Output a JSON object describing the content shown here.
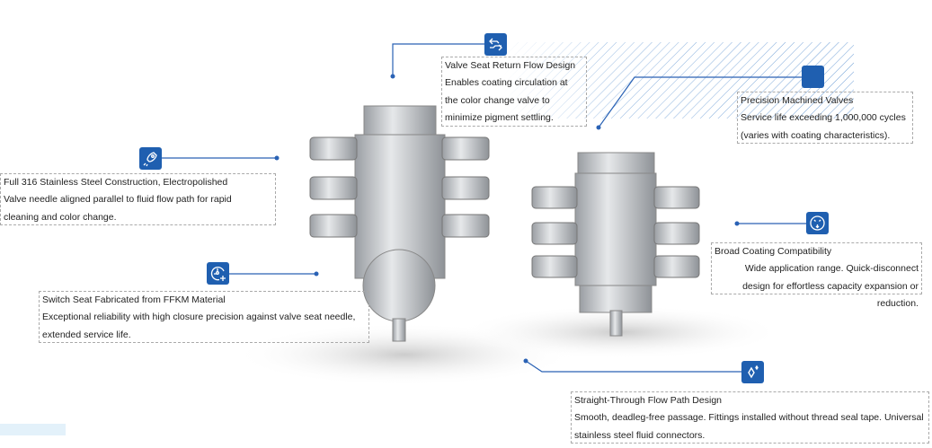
{
  "accent_color": "#1f5fb0",
  "features": [
    {
      "icon": "rocket-icon",
      "title": "Full 316 Stainless Steel Construction, Electropolished",
      "desc": "Valve needle aligned parallel to fluid flow path for rapid cleaning and color change."
    },
    {
      "icon": "valve-seat-icon",
      "title": "Switch Seat Fabricated from FFKM Material",
      "desc": "Exceptional reliability with high closure precision against valve seat needle, extended service life."
    },
    {
      "icon": "return-flow-icon",
      "title": "Valve Seat Return Flow Design",
      "desc": "Enables coating circulation at the color change valve to minimize pigment settling."
    },
    {
      "icon": "precision-icon",
      "title": "Precision Machined Valves",
      "desc": "Service life exceeding 1,000,000 cycles (varies with coating characteristics)."
    },
    {
      "icon": "compatibility-icon",
      "title": "Broad Coating Compatibility",
      "desc": "Wide application range. Quick-disconnect design for effortless capacity expansion or reduction."
    },
    {
      "icon": "sparkle-icon",
      "title": "Straight-Through Flow Path Design",
      "desc": "Smooth, deadleg-free passage. Fittings installed without thread seal tape. Universal stainless steel fluid connectors."
    }
  ]
}
